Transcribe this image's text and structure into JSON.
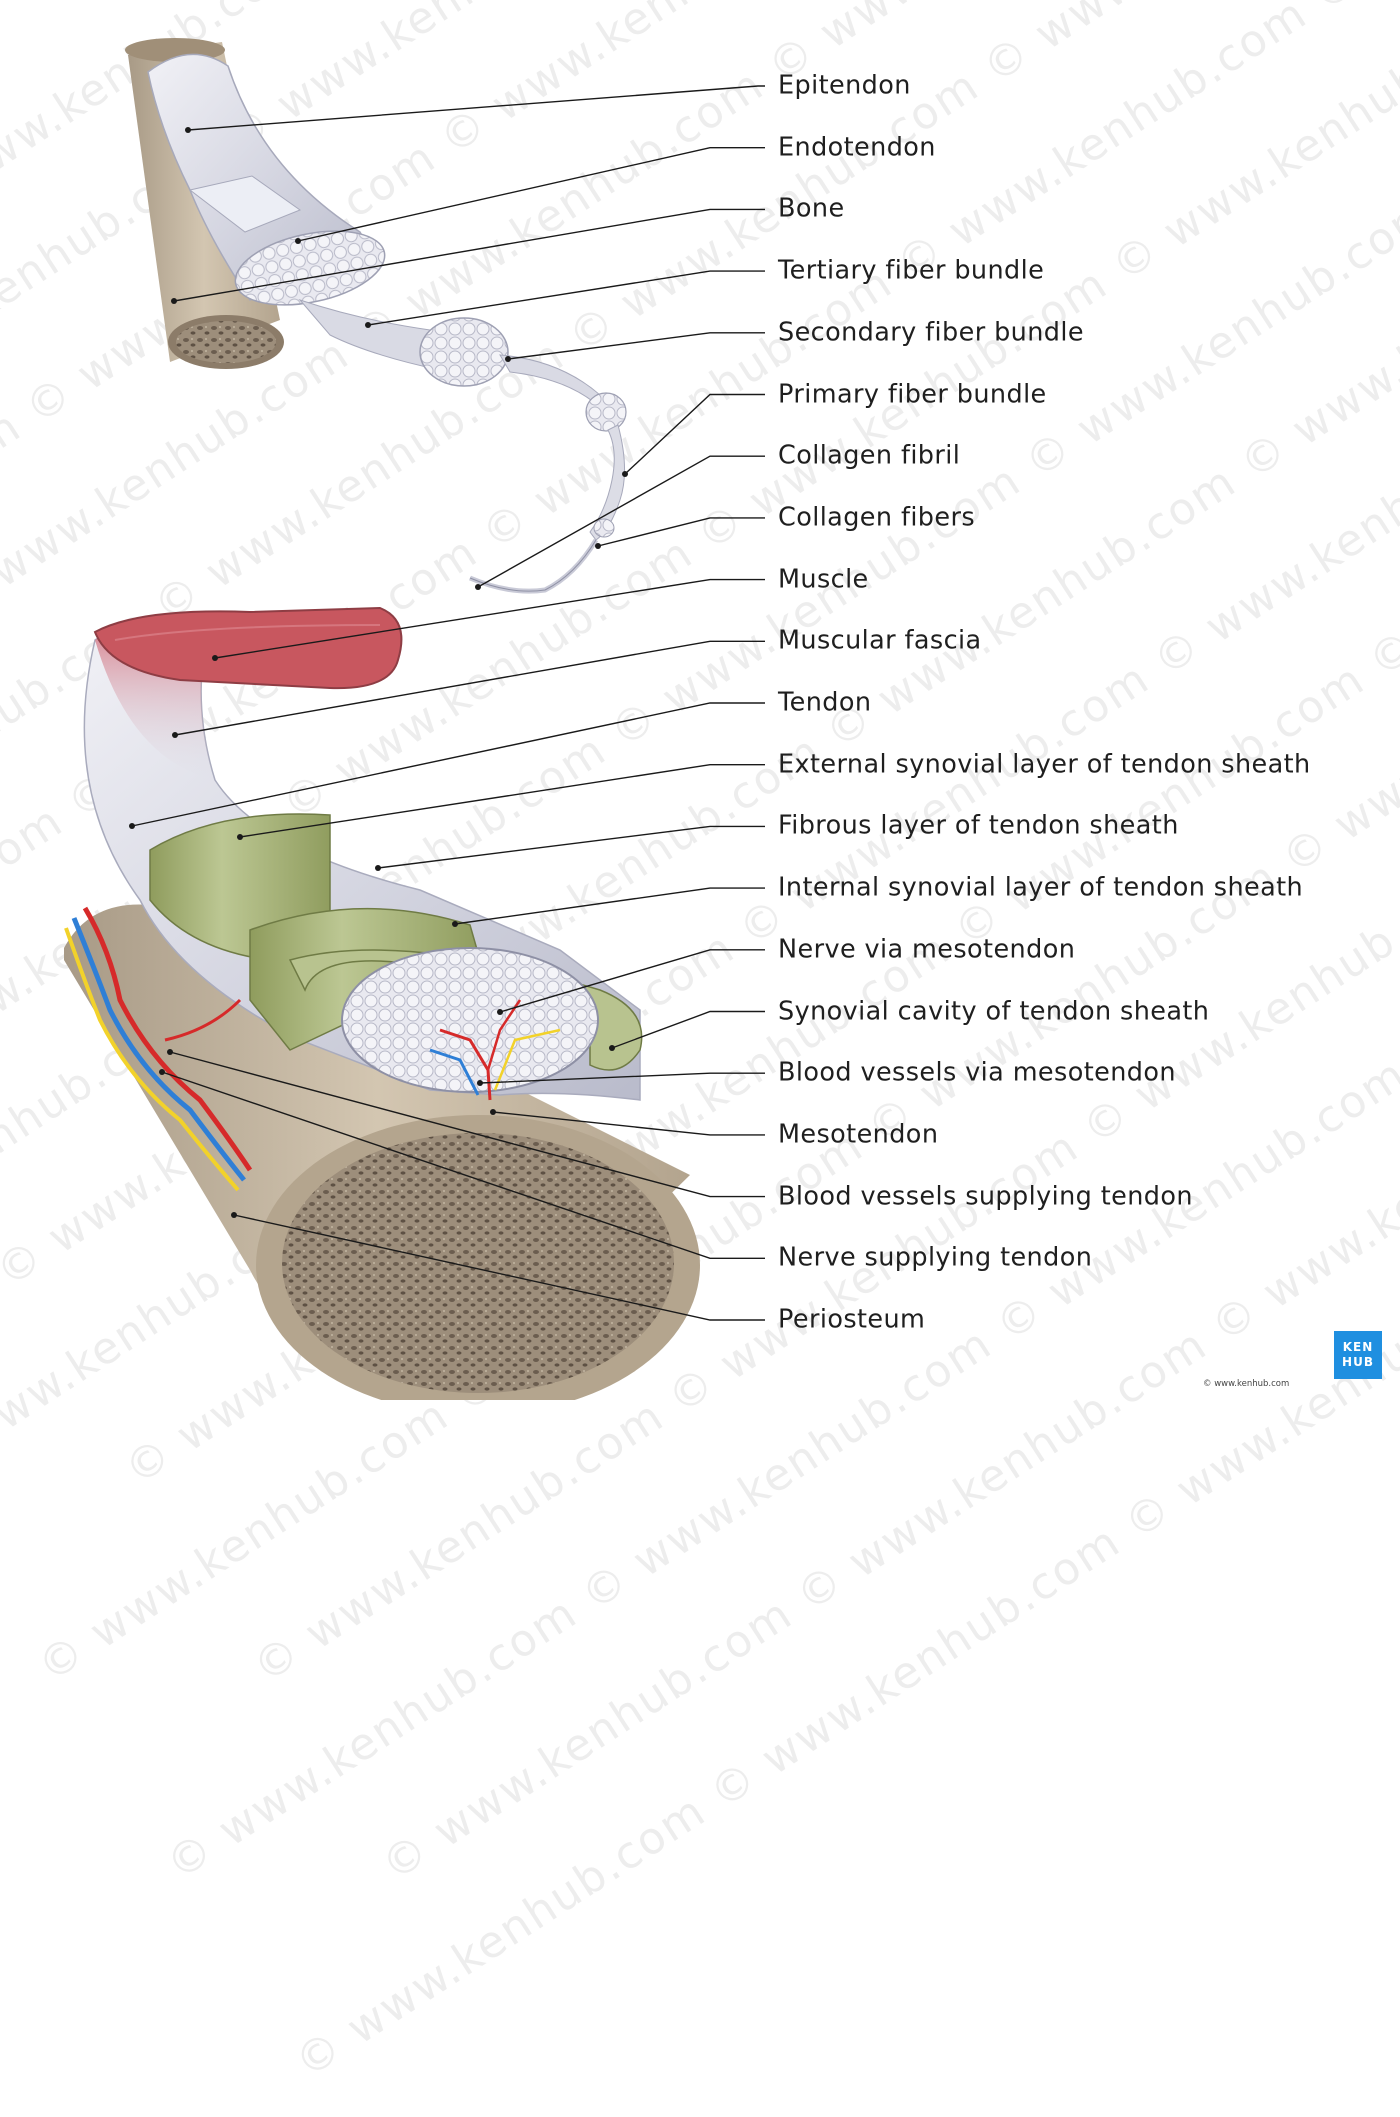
{
  "watermark": "© www.kenhub.com",
  "labels": [
    "Epitendon",
    "Endotendon",
    "Bone",
    "Tertiary fiber bundle",
    "Secondary fiber bundle",
    "Primary fiber bundle",
    "Collagen fibril",
    "Collagen fibers",
    "Muscle",
    "Muscular fascia",
    "Tendon",
    "External synovial layer of tendon sheath",
    "Fibrous layer of tendon sheath",
    "Internal synovial layer of tendon sheath",
    "Nerve via mesotendon",
    "Synovial cavity of tendon sheath",
    "Blood vessels via mesotendon",
    "Mesotendon",
    "Blood vessels supplying tendon",
    "Nerve supplying tendon",
    "Periosteum"
  ],
  "logo": {
    "line1": "KEN",
    "line2": "HUB"
  },
  "credit": "© www.kenhub.com",
  "colors": {
    "tendon": "#dcdde6",
    "bone": "#c9bba5",
    "marrow": "#8a7a68",
    "muscle": "#c8575f",
    "sheath": "#a9b57a",
    "artery": "#d62a2a",
    "vein": "#2f7fd6",
    "nerve": "#f2d22a",
    "brand": "#1f8fe0"
  }
}
